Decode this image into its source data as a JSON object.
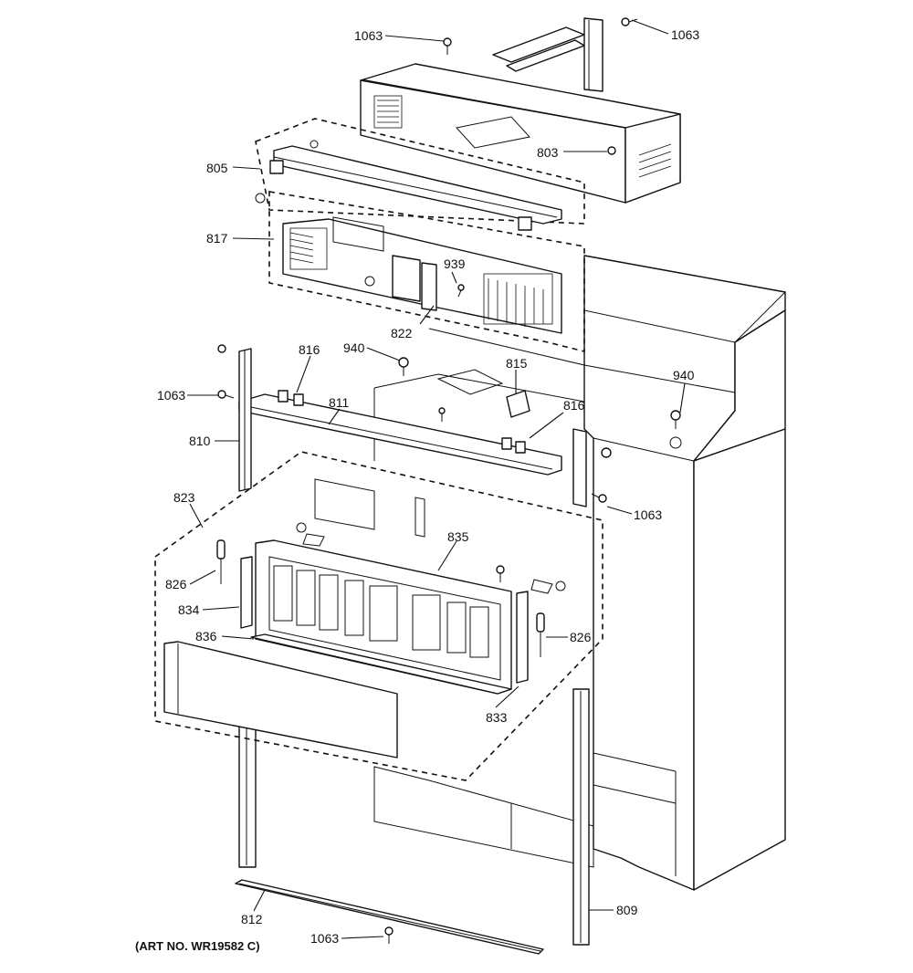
{
  "diagram": {
    "art_number": "(ART NO. WR19582 C)",
    "callouts": {
      "c1063_top_left": "1063",
      "c1063_top_right": "1063",
      "c803": "803",
      "c805": "805",
      "c817": "817",
      "c939": "939",
      "c822": "822",
      "c940_left": "940",
      "c816_top": "816",
      "c815": "815",
      "c940_right": "940",
      "c1063_mid_left": "1063",
      "c811": "811",
      "c816_right": "816",
      "c810": "810",
      "c823": "823",
      "c1063_mid_right": "1063",
      "c835": "835",
      "c826_left": "826",
      "c834": "834",
      "c836": "836",
      "c826_right": "826",
      "c833": "833",
      "c812": "812",
      "c809": "809",
      "c1063_bottom": "1063"
    }
  }
}
